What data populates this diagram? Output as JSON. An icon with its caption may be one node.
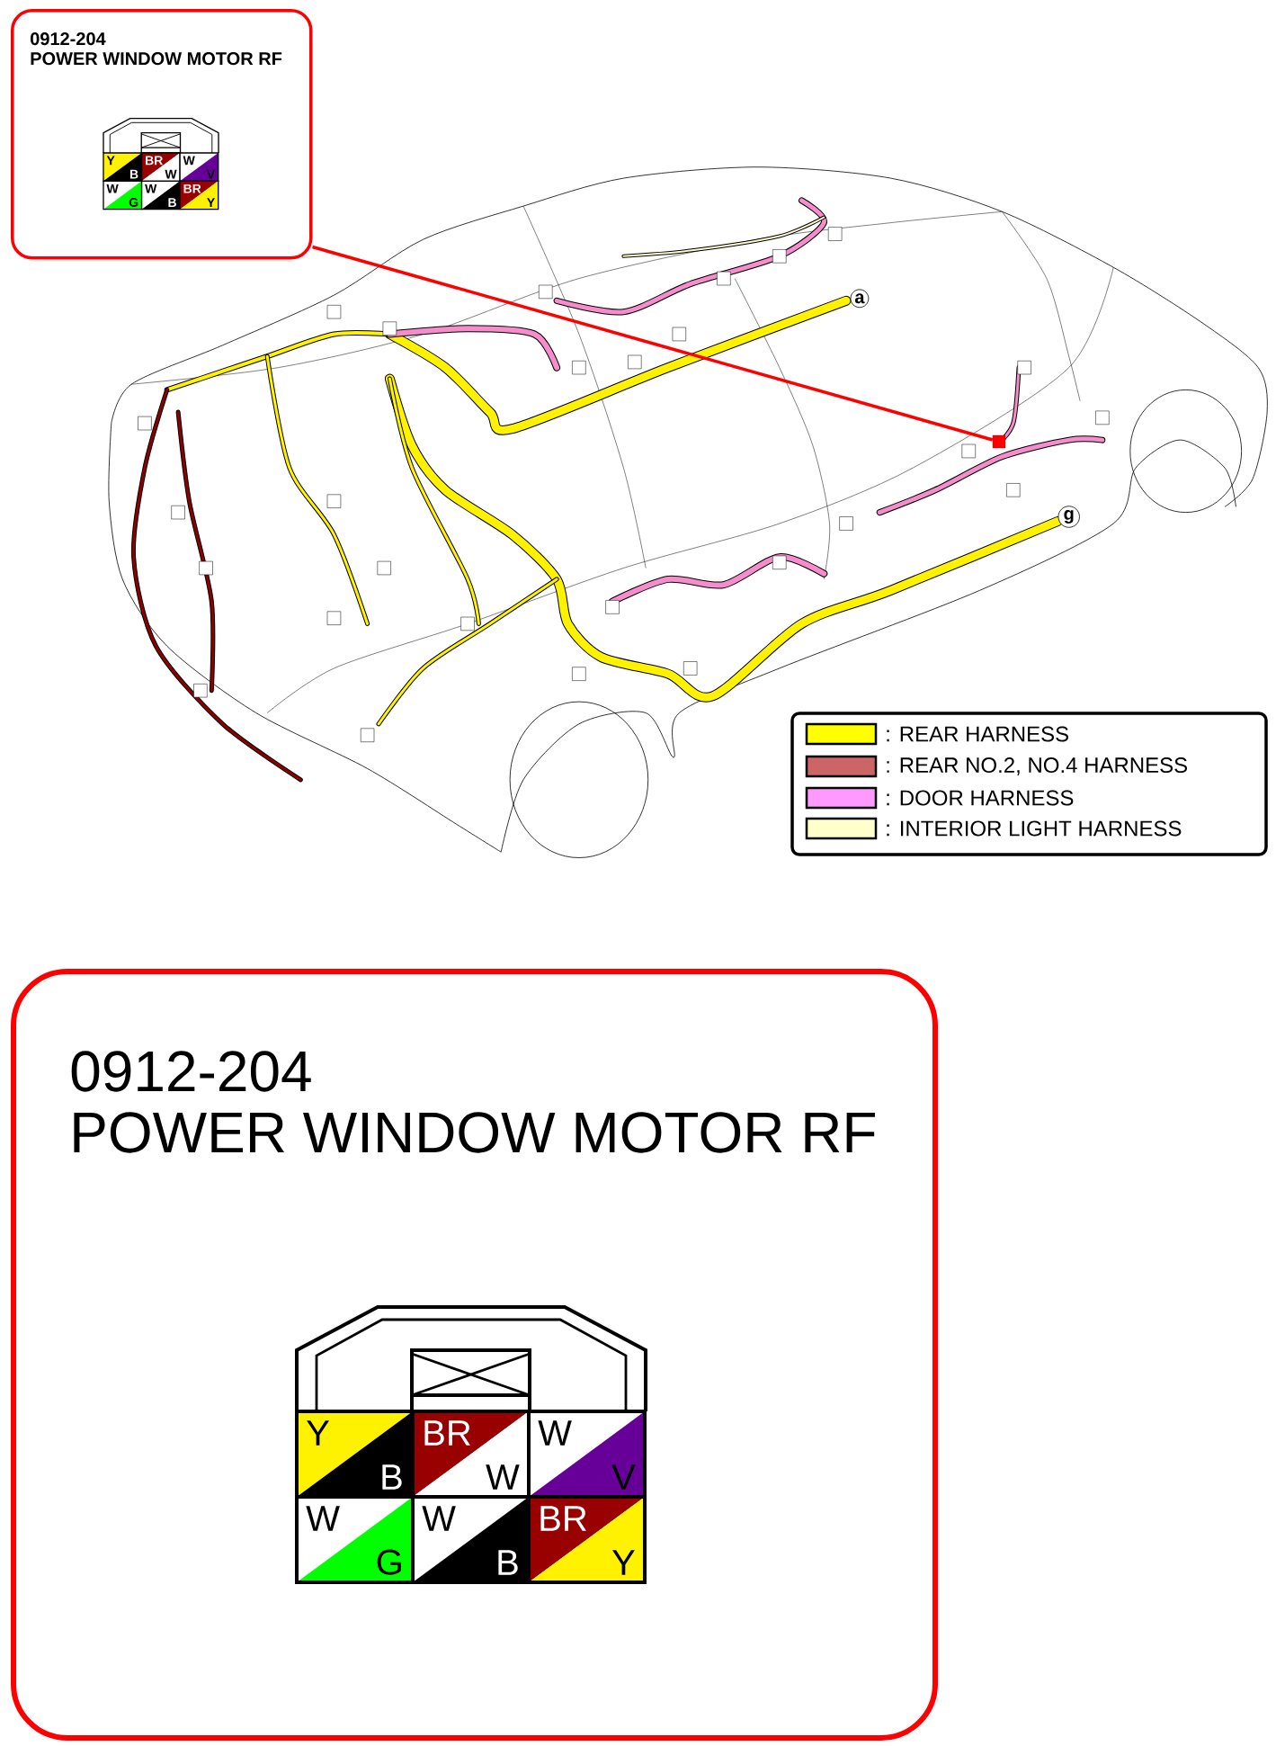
{
  "diagram": {
    "nodes": [
      {
        "text": [
          "0912-204",
          "POWER WINDOW MOTOR RF"
        ]
      },
      {
        "text": [],
        "shape": "box"
      },
      {
        "text": [
          "0912-204",
          "POWER WINDOW MOTOR RF"
        ]
      }
    ],
    "edges": [
      {
        "from": 0,
        "to": 1,
        "arrow": "none"
      }
    ],
    "labels": [
      "Y",
      "B",
      "BR",
      "W",
      "W",
      "V",
      "W",
      "G",
      "W",
      "B",
      "BR",
      "Y",
      "a",
      "g",
      "Y",
      "B",
      "BR",
      "W",
      "W",
      "V",
      "W",
      "G",
      "W",
      "B",
      "BR",
      "Y"
    ],
    "legend": [
      {
        "text": ": REAR HARNESS",
        "color": "#ffff00"
      },
      {
        "text": ": REAR NO.2, NO.4 HARNESS",
        "color": "#cc6666"
      },
      {
        "text": ": DOOR HARNESS",
        "color": "#ff99ff"
      },
      {
        "text": ": INTERIOR LIGHT HARNESS",
        "color": "#ffffcc"
      }
    ]
  }
}
